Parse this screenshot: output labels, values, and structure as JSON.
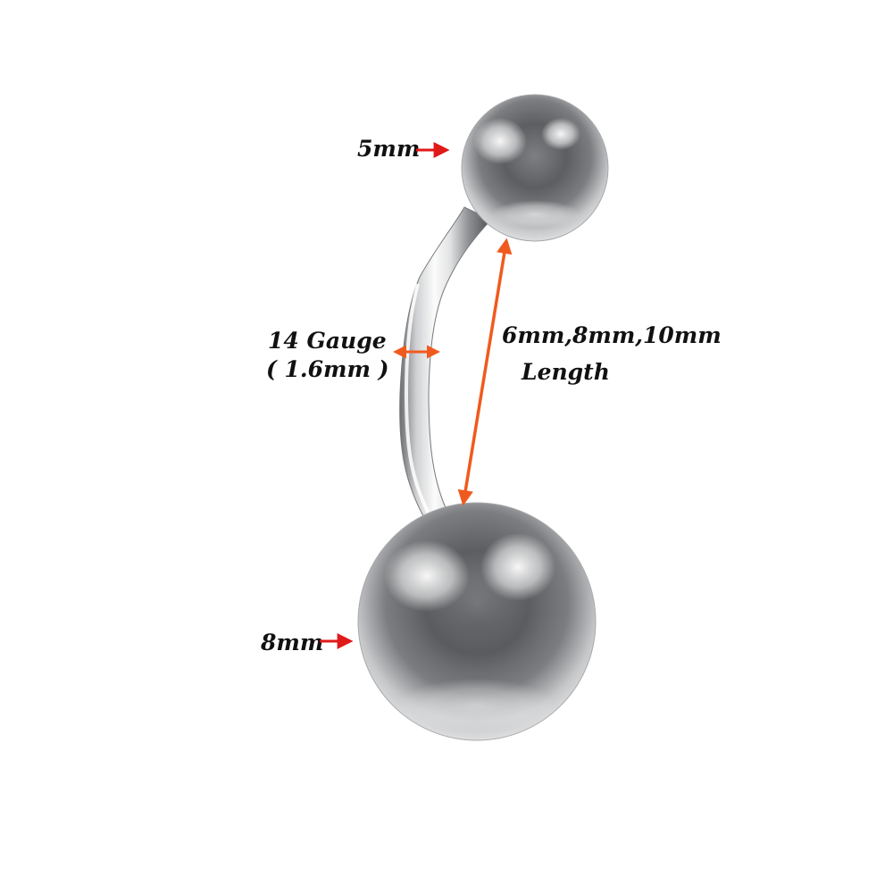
{
  "annotations": {
    "top_ball_diameter": "5mm",
    "bottom_ball_diameter": "8mm",
    "gauge_line1": "14 Gauge",
    "gauge_line2": "( 1.6mm )",
    "length_values": "6mm,8mm,10mm",
    "length_word": "Length"
  },
  "colors": {
    "ball_arrow": "#e01919",
    "dimension_arrow": "#f05a1e",
    "metal_dark": "#5e6063",
    "metal_light": "#f4f4f4",
    "label_text": "#111111"
  }
}
